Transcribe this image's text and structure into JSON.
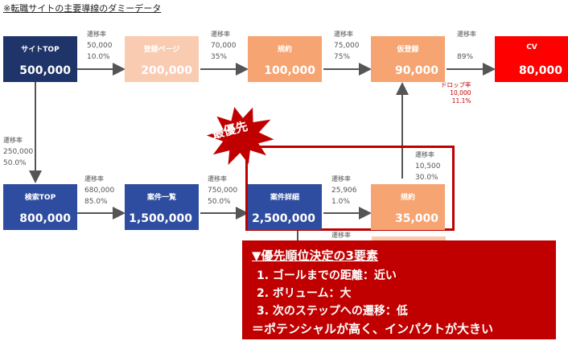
{
  "caption": "※転職サイトの主要導線のダミーデータ",
  "nodes": {
    "top": {
      "label": "サイトTOP",
      "value": "500,000"
    },
    "register": {
      "label": "登録ページ",
      "value": "200,000"
    },
    "terms": {
      "label": "規約",
      "value": "100,000"
    },
    "temp": {
      "label": "仮登録",
      "value": "90,000"
    },
    "cv": {
      "label": "CV",
      "value": "80,000"
    },
    "search": {
      "label": "検索TOP",
      "value": "800,000"
    },
    "list": {
      "label": "案件一覧",
      "value": "1,500,000"
    },
    "detail": {
      "label": "案件詳細",
      "value": "2,500,000"
    },
    "terms2": {
      "label": "規約",
      "value": "35,000"
    }
  },
  "rates": {
    "r1": {
      "title": "遷移率",
      "count": "50,000",
      "pct": "10.0%"
    },
    "r2": {
      "title": "遷移率",
      "count": "70,000",
      "pct": "35%"
    },
    "r3": {
      "title": "遷移率",
      "count": "75,000",
      "pct": "75%"
    },
    "r4": {
      "title": "遷移率",
      "pct": "89%"
    },
    "r5": {
      "title": "遷移率",
      "count": "250,000",
      "pct": "50.0%"
    },
    "r6": {
      "title": "遷移率",
      "count": "680,000",
      "pct": "85.0%"
    },
    "r7": {
      "title": "遷移率",
      "count": "750,000",
      "pct": "50.0%"
    },
    "r8": {
      "title": "遷移率",
      "count": "25,906",
      "pct": "1.0%"
    },
    "r9": {
      "title": "遷移率",
      "count": "10,500",
      "pct": "30.0%"
    },
    "r10": {
      "title": "遷移率"
    }
  },
  "drop": {
    "title": "ドロップ率",
    "count": "10,000",
    "pct": "11.1%"
  },
  "badge": "最優先",
  "panel": {
    "title": "▼優先順位決定の3要素",
    "items": [
      "1.  ゴールまでの距離：近い",
      "2.  ボリューム：大",
      "3.  次のステップへの遷移：低"
    ],
    "conclusion": "＝ポテンシャルが高く、インパクトが大きい"
  },
  "colors": {
    "navy": "#1f3569",
    "blue": "#2f4da0",
    "peach": "#f9cbb0",
    "orange": "#f6a471",
    "cv": "#ff0000",
    "accent": "#c00000"
  }
}
